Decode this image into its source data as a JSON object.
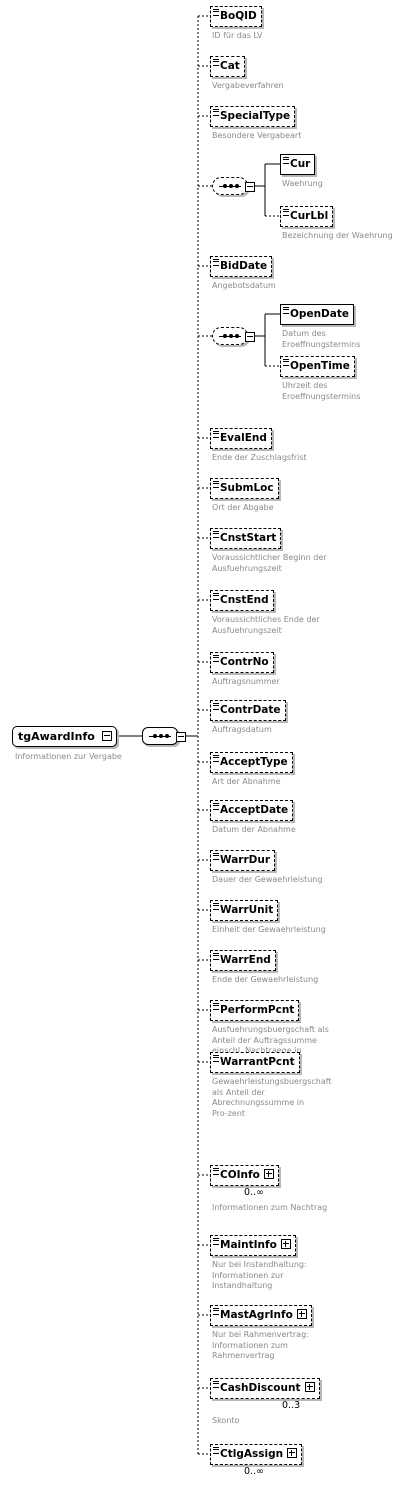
{
  "root": {
    "name": "tgAwardInfo",
    "desc": "Informationen zur Vergabe"
  },
  "children": [
    {
      "name": "BoQID",
      "desc": "ID für das LV"
    },
    {
      "name": "Cat",
      "desc": "Vergabeverfahren"
    },
    {
      "name": "SpecialType",
      "desc": "Besondere Vergabeart"
    },
    {
      "choice": true,
      "items": [
        {
          "name": "Cur",
          "desc": "Waehrung",
          "required": true
        },
        {
          "name": "CurLbl",
          "desc": "Bezeichnung der Waehrung"
        }
      ]
    },
    {
      "name": "BidDate",
      "desc": "Angebotsdatum"
    },
    {
      "choice": true,
      "items": [
        {
          "name": "OpenDate",
          "desc": "Datum des\nEroeffnungstermins",
          "required": true
        },
        {
          "name": "OpenTime",
          "desc": "Uhrzeit des\nEroeffnungstermins"
        }
      ]
    },
    {
      "name": "EvalEnd",
      "desc": "Ende der Zuschlagsfrist"
    },
    {
      "name": "SubmLoc",
      "desc": "Ort der Abgabe"
    },
    {
      "name": "CnstStart",
      "desc": "Voraussichtlicher Beginn der\nAusfuehrungszeit"
    },
    {
      "name": "CnstEnd",
      "desc": "Voraussichtliches Ende der\nAusfuehrungszeit"
    },
    {
      "name": "ContrNo",
      "desc": "Auftragsnummer"
    },
    {
      "name": "ContrDate",
      "desc": "Auftragsdatum"
    },
    {
      "name": "AcceptType",
      "desc": "Art der Abnahme"
    },
    {
      "name": "AcceptDate",
      "desc": "Datum der Abnahme"
    },
    {
      "name": "WarrDur",
      "desc": "Dauer der Gewaehrleistung"
    },
    {
      "name": "WarrUnit",
      "desc": "Einheit der Gewaehrleistung"
    },
    {
      "name": "WarrEnd",
      "desc": "Ende der Gewaehrleistung"
    },
    {
      "name": "PerformPcnt",
      "desc": "Ausfuehrungsbuergschaft als\nAnteil der Auftragssumme\neinschl. Nachtraege in\nProzent"
    },
    {
      "name": "WarrantPcnt",
      "desc": "Gewaehrleistungsbuergschaft\nals Anteil der\nAbrechnungssumme in\nPro-zent"
    },
    {
      "name": "COInfo",
      "desc": "Informationen zum Nachtrag",
      "complex": true,
      "occurs": "0..∞"
    },
    {
      "name": "MaintInfo",
      "desc": "Nur bei Instandhaltung:\nInformationen zur\nInstandhaltung",
      "complex": true
    },
    {
      "name": "MastAgrInfo",
      "desc": "Nur bei Rahmenvertrag:\nInformationen zum\nRahmenvertrag",
      "complex": true
    },
    {
      "name": "CashDiscount",
      "desc": "Skonto",
      "complex": true,
      "occurs": "0..3"
    },
    {
      "name": "CtlgAssign",
      "desc": "",
      "complex": true,
      "occurs": "0..∞"
    }
  ]
}
